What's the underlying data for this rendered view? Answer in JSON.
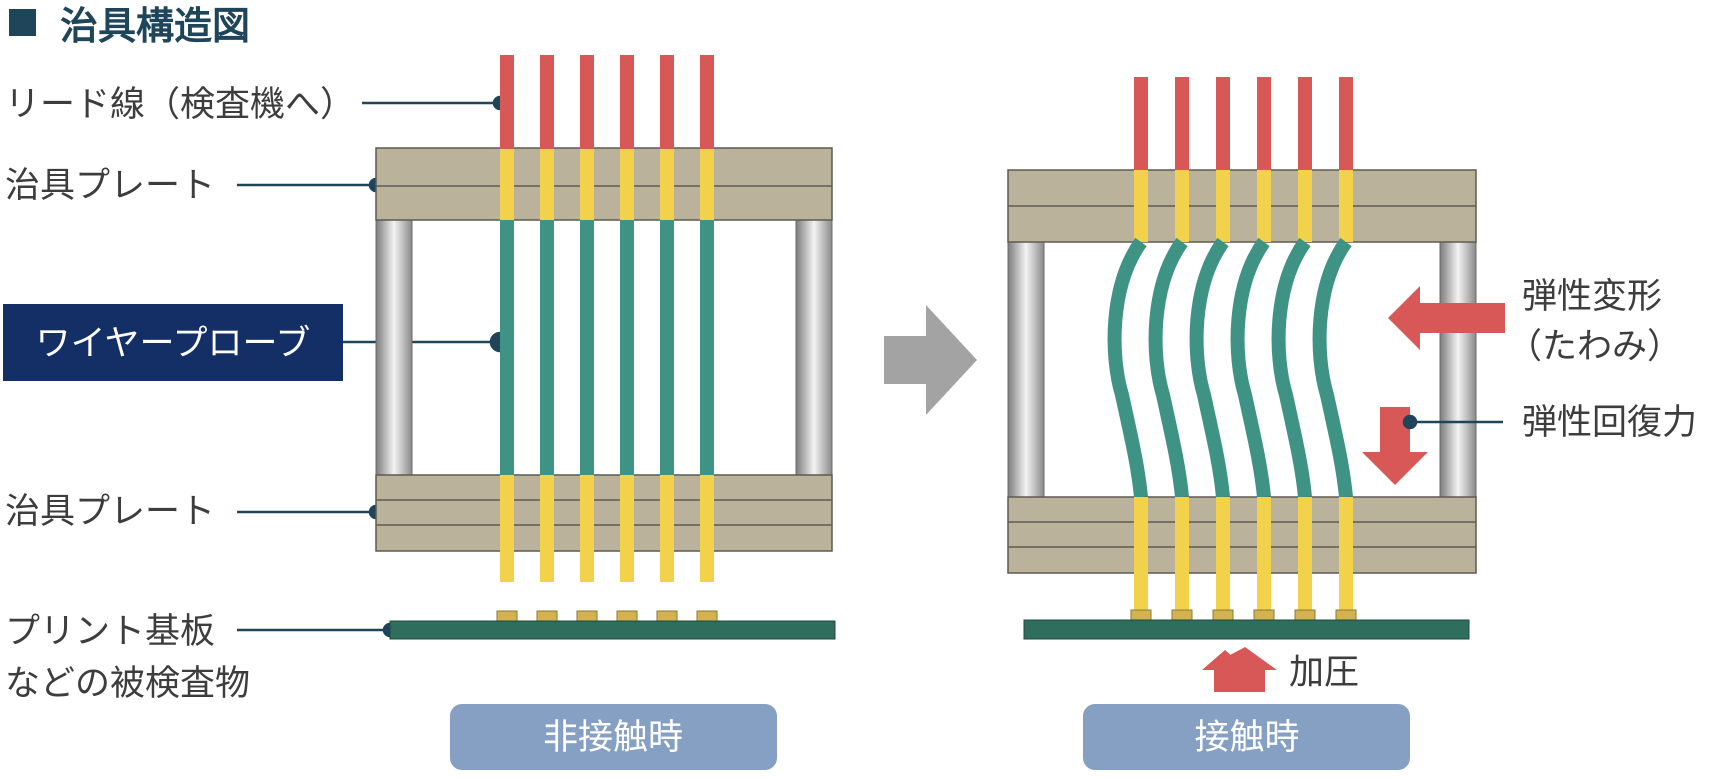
{
  "title": "治具構造図",
  "labels": {
    "lead_wire": "リード線（検査機へ）",
    "jig_plate_top": "治具プレート",
    "wire_probe": "ワイヤープローブ",
    "jig_plate_bottom": "治具プレート",
    "pcb_line1": "プリント基板",
    "pcb_line2": "などの被検査物"
  },
  "states": {
    "non_contact": "非接触時",
    "contact": "接触時"
  },
  "annotations": {
    "elastic_deformation_line1": "弾性変形",
    "elastic_deformation_line2": "（たわみ）",
    "elastic_recovery": "弾性回復力",
    "pressure": "加圧"
  },
  "colors": {
    "lead": "#d85858",
    "yellow": "#f2d24a",
    "probe": "#3e9384",
    "plate": "#bbb29b",
    "plate_line": "#5e5a52",
    "pcb": "#2f6e5c",
    "pad": "#d3b34f",
    "arrow_red": "#d85858",
    "arrow_gray": "#a3a3a3",
    "pill": "#86a0c4",
    "wire_probe_box": "#142f66",
    "leader": "#1e4559"
  }
}
